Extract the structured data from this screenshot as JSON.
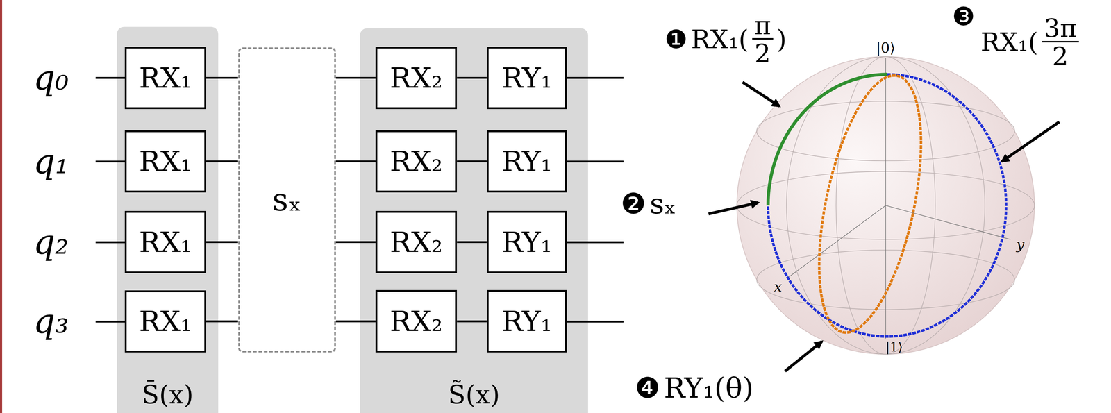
{
  "diagram": {
    "nodes": [
      {
        "text": [
          "S̄(x)"
        ]
      },
      {
        "text": [
          "RX₁"
        ],
        "in": 0
      },
      {
        "text": [
          "RX₁"
        ],
        "in": 0
      },
      {
        "text": [
          "RX₁"
        ],
        "in": 0
      },
      {
        "text": [
          "RX₁"
        ],
        "in": 0
      },
      {
        "text": [
          "sₓ"
        ]
      },
      {
        "text": [
          "S̃(x)"
        ]
      },
      {
        "text": [
          "RX₂"
        ],
        "in": 6
      },
      {
        "text": [
          "RY₁"
        ],
        "in": 6
      },
      {
        "text": [
          "RX₂"
        ],
        "in": 6
      },
      {
        "text": [
          "RY₁"
        ],
        "in": 6
      },
      {
        "text": [
          "RX₂"
        ],
        "in": 6
      },
      {
        "text": [
          "RY₁"
        ],
        "in": 6
      },
      {
        "text": [
          "RX₂"
        ],
        "in": 6
      },
      {
        "text": [
          "RY₁"
        ],
        "in": 6
      }
    ],
    "edges": [
      {
        "from": 1,
        "to": 5,
        "arrow": "none"
      },
      {
        "from": 5,
        "to": 7,
        "arrow": "none"
      },
      {
        "from": 7,
        "to": 8,
        "arrow": "none"
      },
      {
        "from": 2,
        "to": 5,
        "arrow": "none"
      },
      {
        "from": 5,
        "to": 9,
        "arrow": "none"
      },
      {
        "from": 9,
        "to": 10,
        "arrow": "none"
      },
      {
        "from": 3,
        "to": 5,
        "arrow": "none"
      },
      {
        "from": 5,
        "to": 11,
        "arrow": "none"
      },
      {
        "from": 11,
        "to": 12,
        "arrow": "none"
      },
      {
        "from": 4,
        "to": 5,
        "arrow": "none"
      },
      {
        "from": 5,
        "to": 13,
        "arrow": "none"
      },
      {
        "from": 13,
        "to": 14,
        "arrow": "none"
      }
    ],
    "labels": [
      "q₀",
      "q₁",
      "q₂",
      "q₃",
      "❶",
      "RX₁(",
      "π",
      "2",
      ")",
      "❷",
      "sₓ",
      "❸",
      "RX₁(",
      "3π",
      "2",
      "|0⟩",
      "x",
      "y",
      "|1⟩",
      "❹",
      "RY₁(θ)"
    ]
  }
}
